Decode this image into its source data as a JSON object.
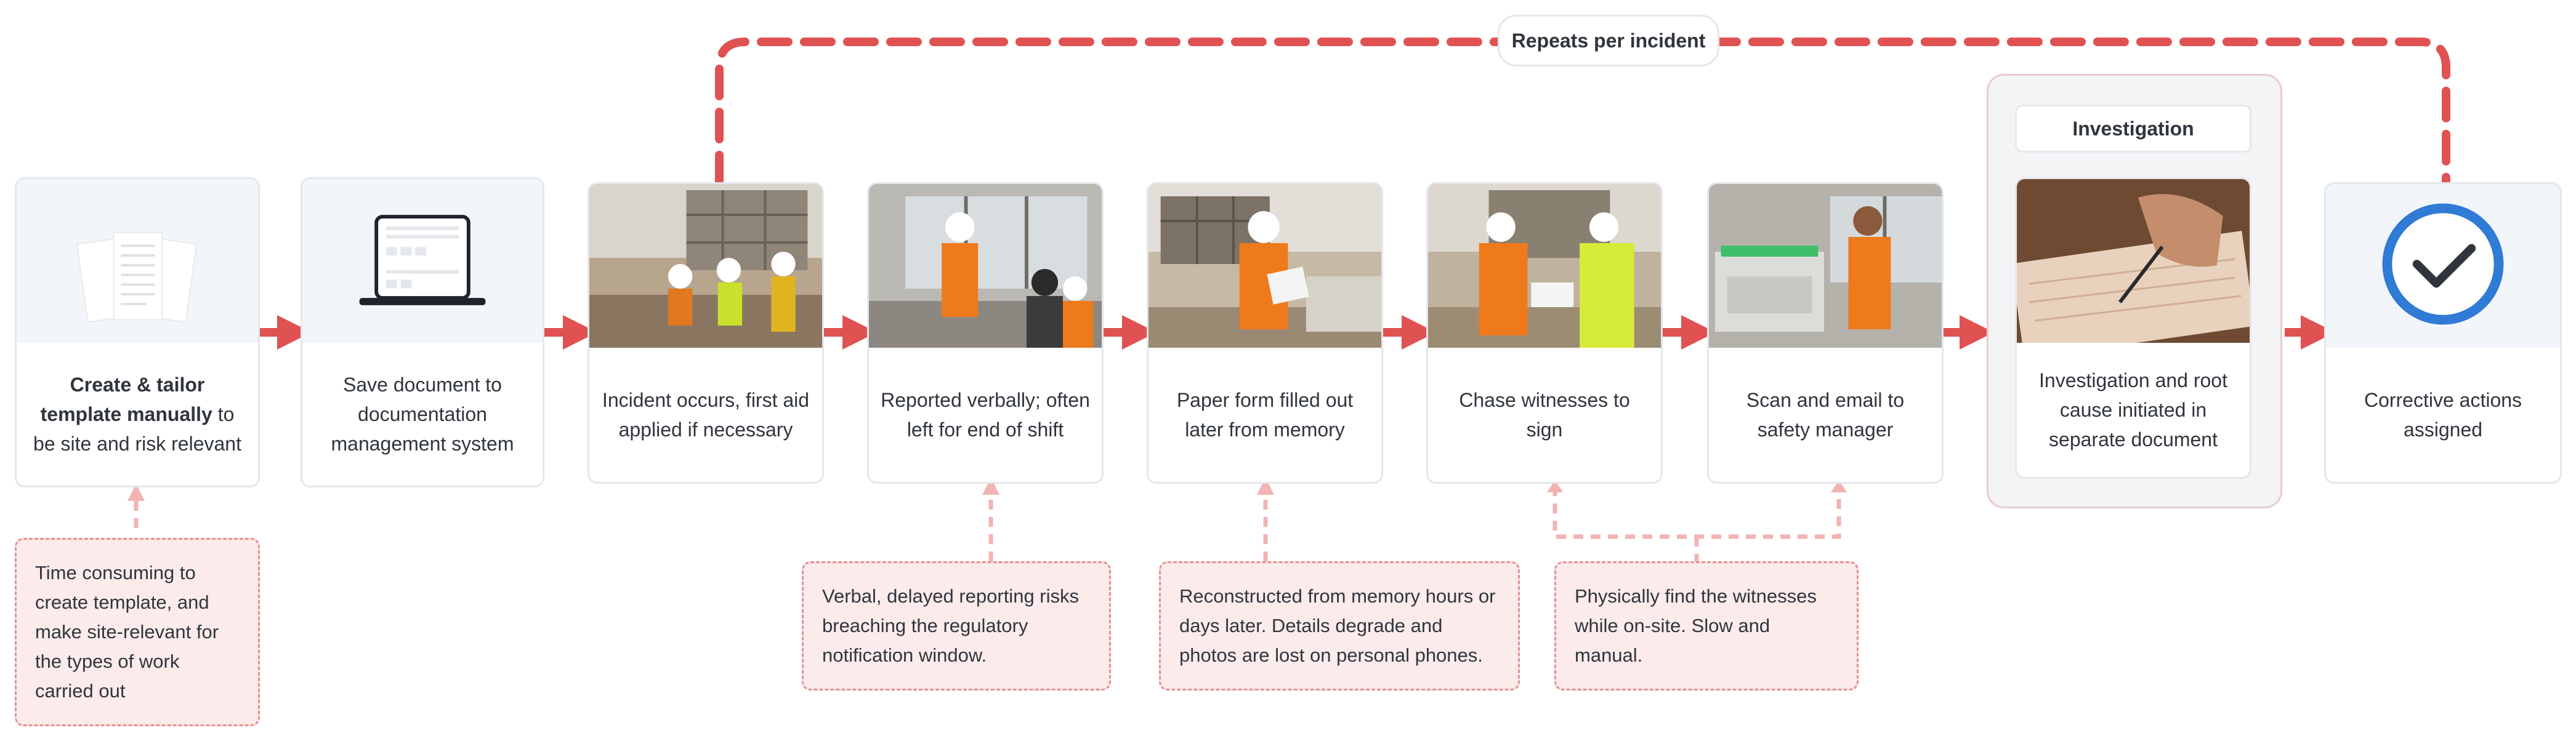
{
  "loop": {
    "label": "Repeats per incident"
  },
  "steps": [
    {
      "bold": "Create & tailor template manually",
      "text": " to be site and risk relevant",
      "icon": "documents-icon"
    },
    {
      "text": "Save document to documentation management system",
      "icon": "laptop-icon"
    },
    {
      "text": "Incident occurs, first aid applied if necessary",
      "icon": "first-aid-photo"
    },
    {
      "text": "Reported verbally; often left for end of shift",
      "icon": "verbal-report-photo"
    },
    {
      "text": "Paper form filled out later from memory",
      "icon": "paper-form-photo"
    },
    {
      "text": "Chase witnesses to sign",
      "icon": "witness-signing-photo"
    },
    {
      "text": "Scan and email to safety manager",
      "icon": "scanner-photo"
    },
    {
      "title": "Investigation",
      "text": "Investigation and root cause initiated in separate document",
      "icon": "writing-photo"
    },
    {
      "text": "Corrective actions assigned",
      "icon": "check-circle-icon"
    }
  ],
  "notes": [
    {
      "text": "Time consuming to create template, and make site-relevant for the types of work carried out"
    },
    {
      "text": "Verbal, delayed reporting risks breaching the regulatory notification window."
    },
    {
      "text": "Reconstructed from memory hours or days later. Details degrade and photos are lost on personal phones."
    },
    {
      "text": "Physically find the witnesses while on-site. Slow and manual."
    }
  ],
  "colors": {
    "loop_line": "#e05252",
    "arrow": "#e05252",
    "pain_dashed": "#f2b3b3",
    "note_bg": "#fbebeb",
    "check_ring": "#2f7bd6"
  }
}
